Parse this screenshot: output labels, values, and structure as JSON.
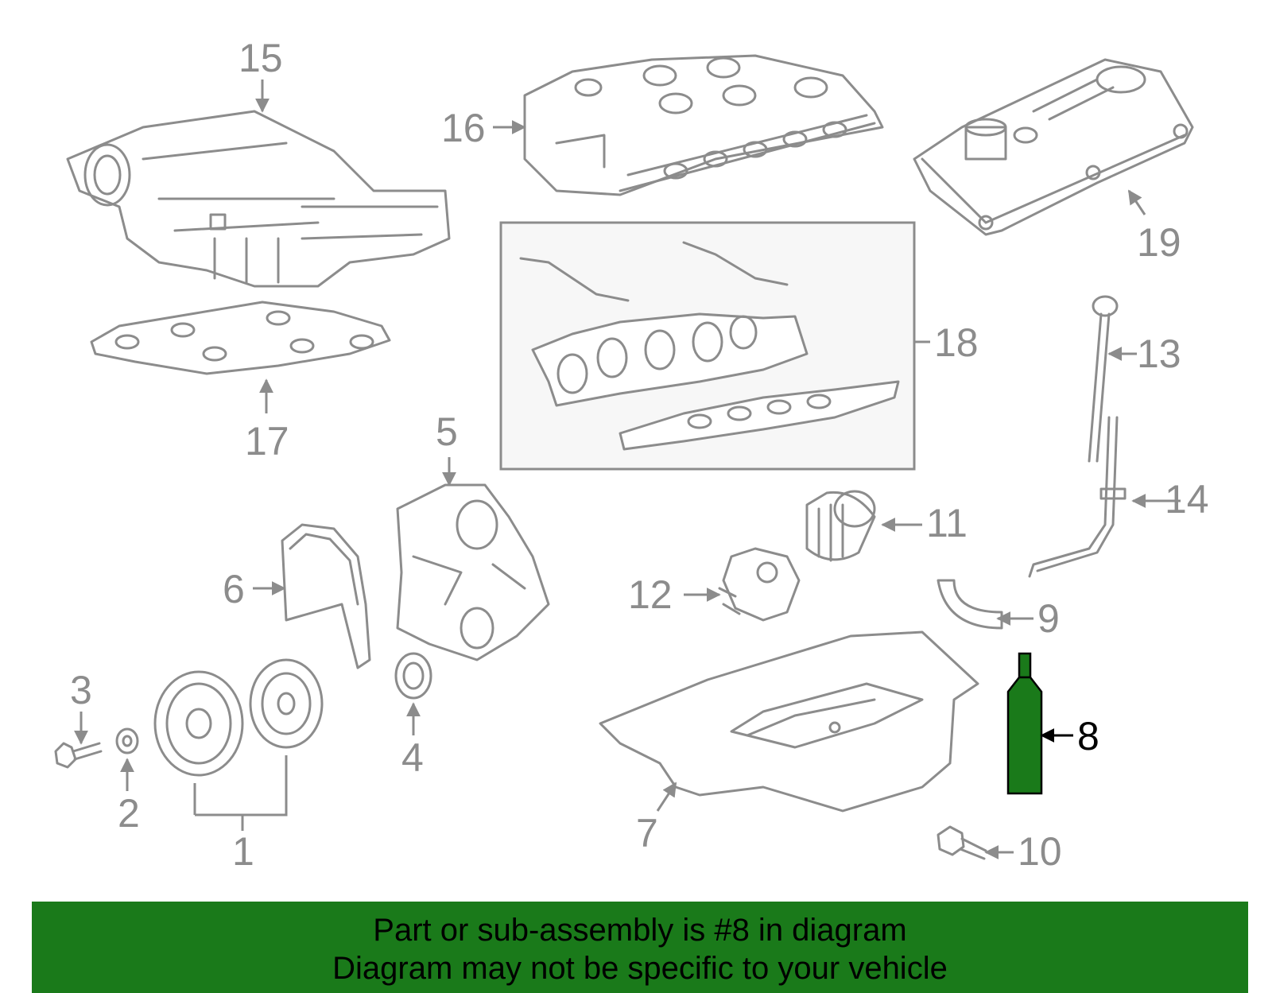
{
  "callouts": {
    "c1": "1",
    "c2": "2",
    "c3": "3",
    "c4": "4",
    "c5": "5",
    "c6": "6",
    "c7": "7",
    "c8": "8",
    "c9": "9",
    "c10": "10",
    "c11": "11",
    "c12": "12",
    "c13": "13",
    "c14": "14",
    "c15": "15",
    "c16": "16",
    "c17": "17",
    "c18": "18",
    "c19": "19"
  },
  "highlight": {
    "part": "8",
    "color": "#1a7a1a"
  },
  "colors": {
    "line_art": "#8c8c8c",
    "banner": "#1a7a1a"
  },
  "banner": {
    "line1": "Part or sub-assembly is #8 in diagram",
    "line2": "Diagram may not be specific to your vehicle"
  }
}
